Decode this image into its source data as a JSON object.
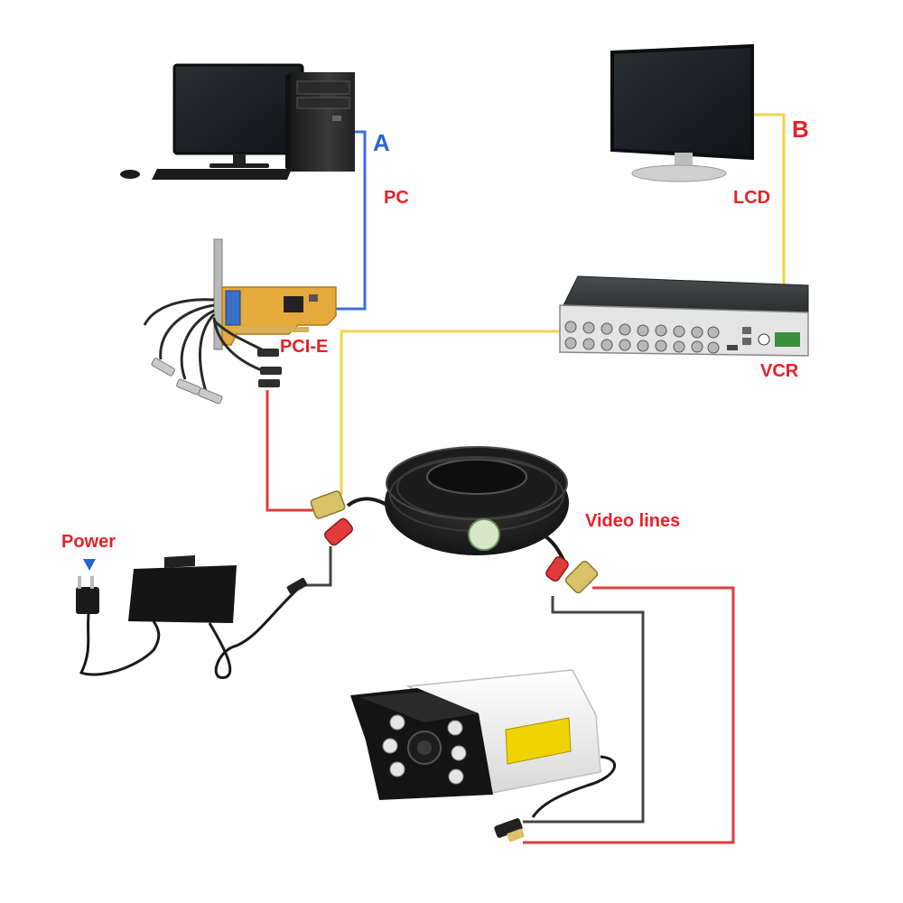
{
  "labels": {
    "a": "A",
    "b": "B",
    "pc": "PC",
    "lcd": "LCD",
    "pcie": "PCI-E",
    "vcr": "VCR",
    "power": "Power",
    "video_lines": "Video lines"
  },
  "colors": {
    "pc_link": "#3a6fd8",
    "video_link": "#f2d34a",
    "power_link": "#e23b3b",
    "camera_link": "#444444",
    "label_red": "#e8202a",
    "label_blue": "#2a63d6"
  },
  "icons": [
    "power-down-arrow-icon",
    "ac-plug-icon",
    "bnc-connector-icon",
    "rca-connector-icon"
  ]
}
